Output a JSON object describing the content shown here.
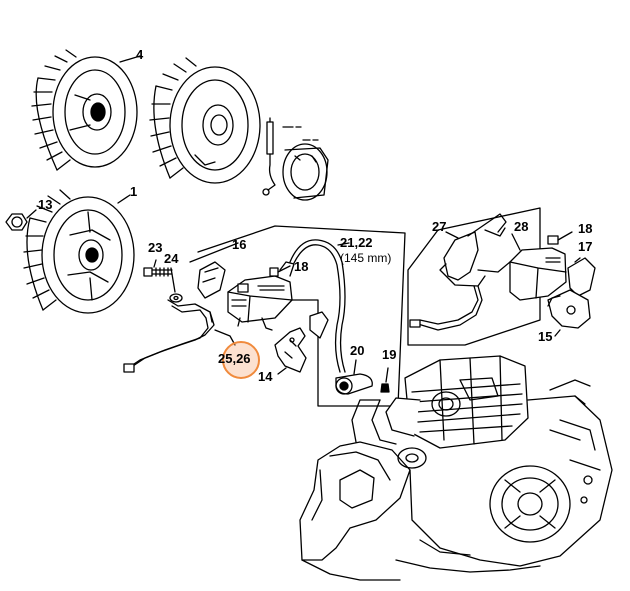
{
  "callouts": {
    "c4": "4",
    "c13": "13",
    "c1": "1",
    "c23": "23",
    "c24": "24",
    "c16": "16",
    "c21_22": "21,22",
    "c145": "(145 mm)",
    "c18a": "18",
    "c20": "20",
    "c19": "19",
    "c14": "14",
    "c27": "27",
    "c28": "28",
    "c18b": "18",
    "c17": "17",
    "c15": "15",
    "highlight": "25,26"
  },
  "colors": {
    "line": "#000000",
    "highlight_stroke": "#f08a3c",
    "highlight_fill": "#f5a878"
  }
}
